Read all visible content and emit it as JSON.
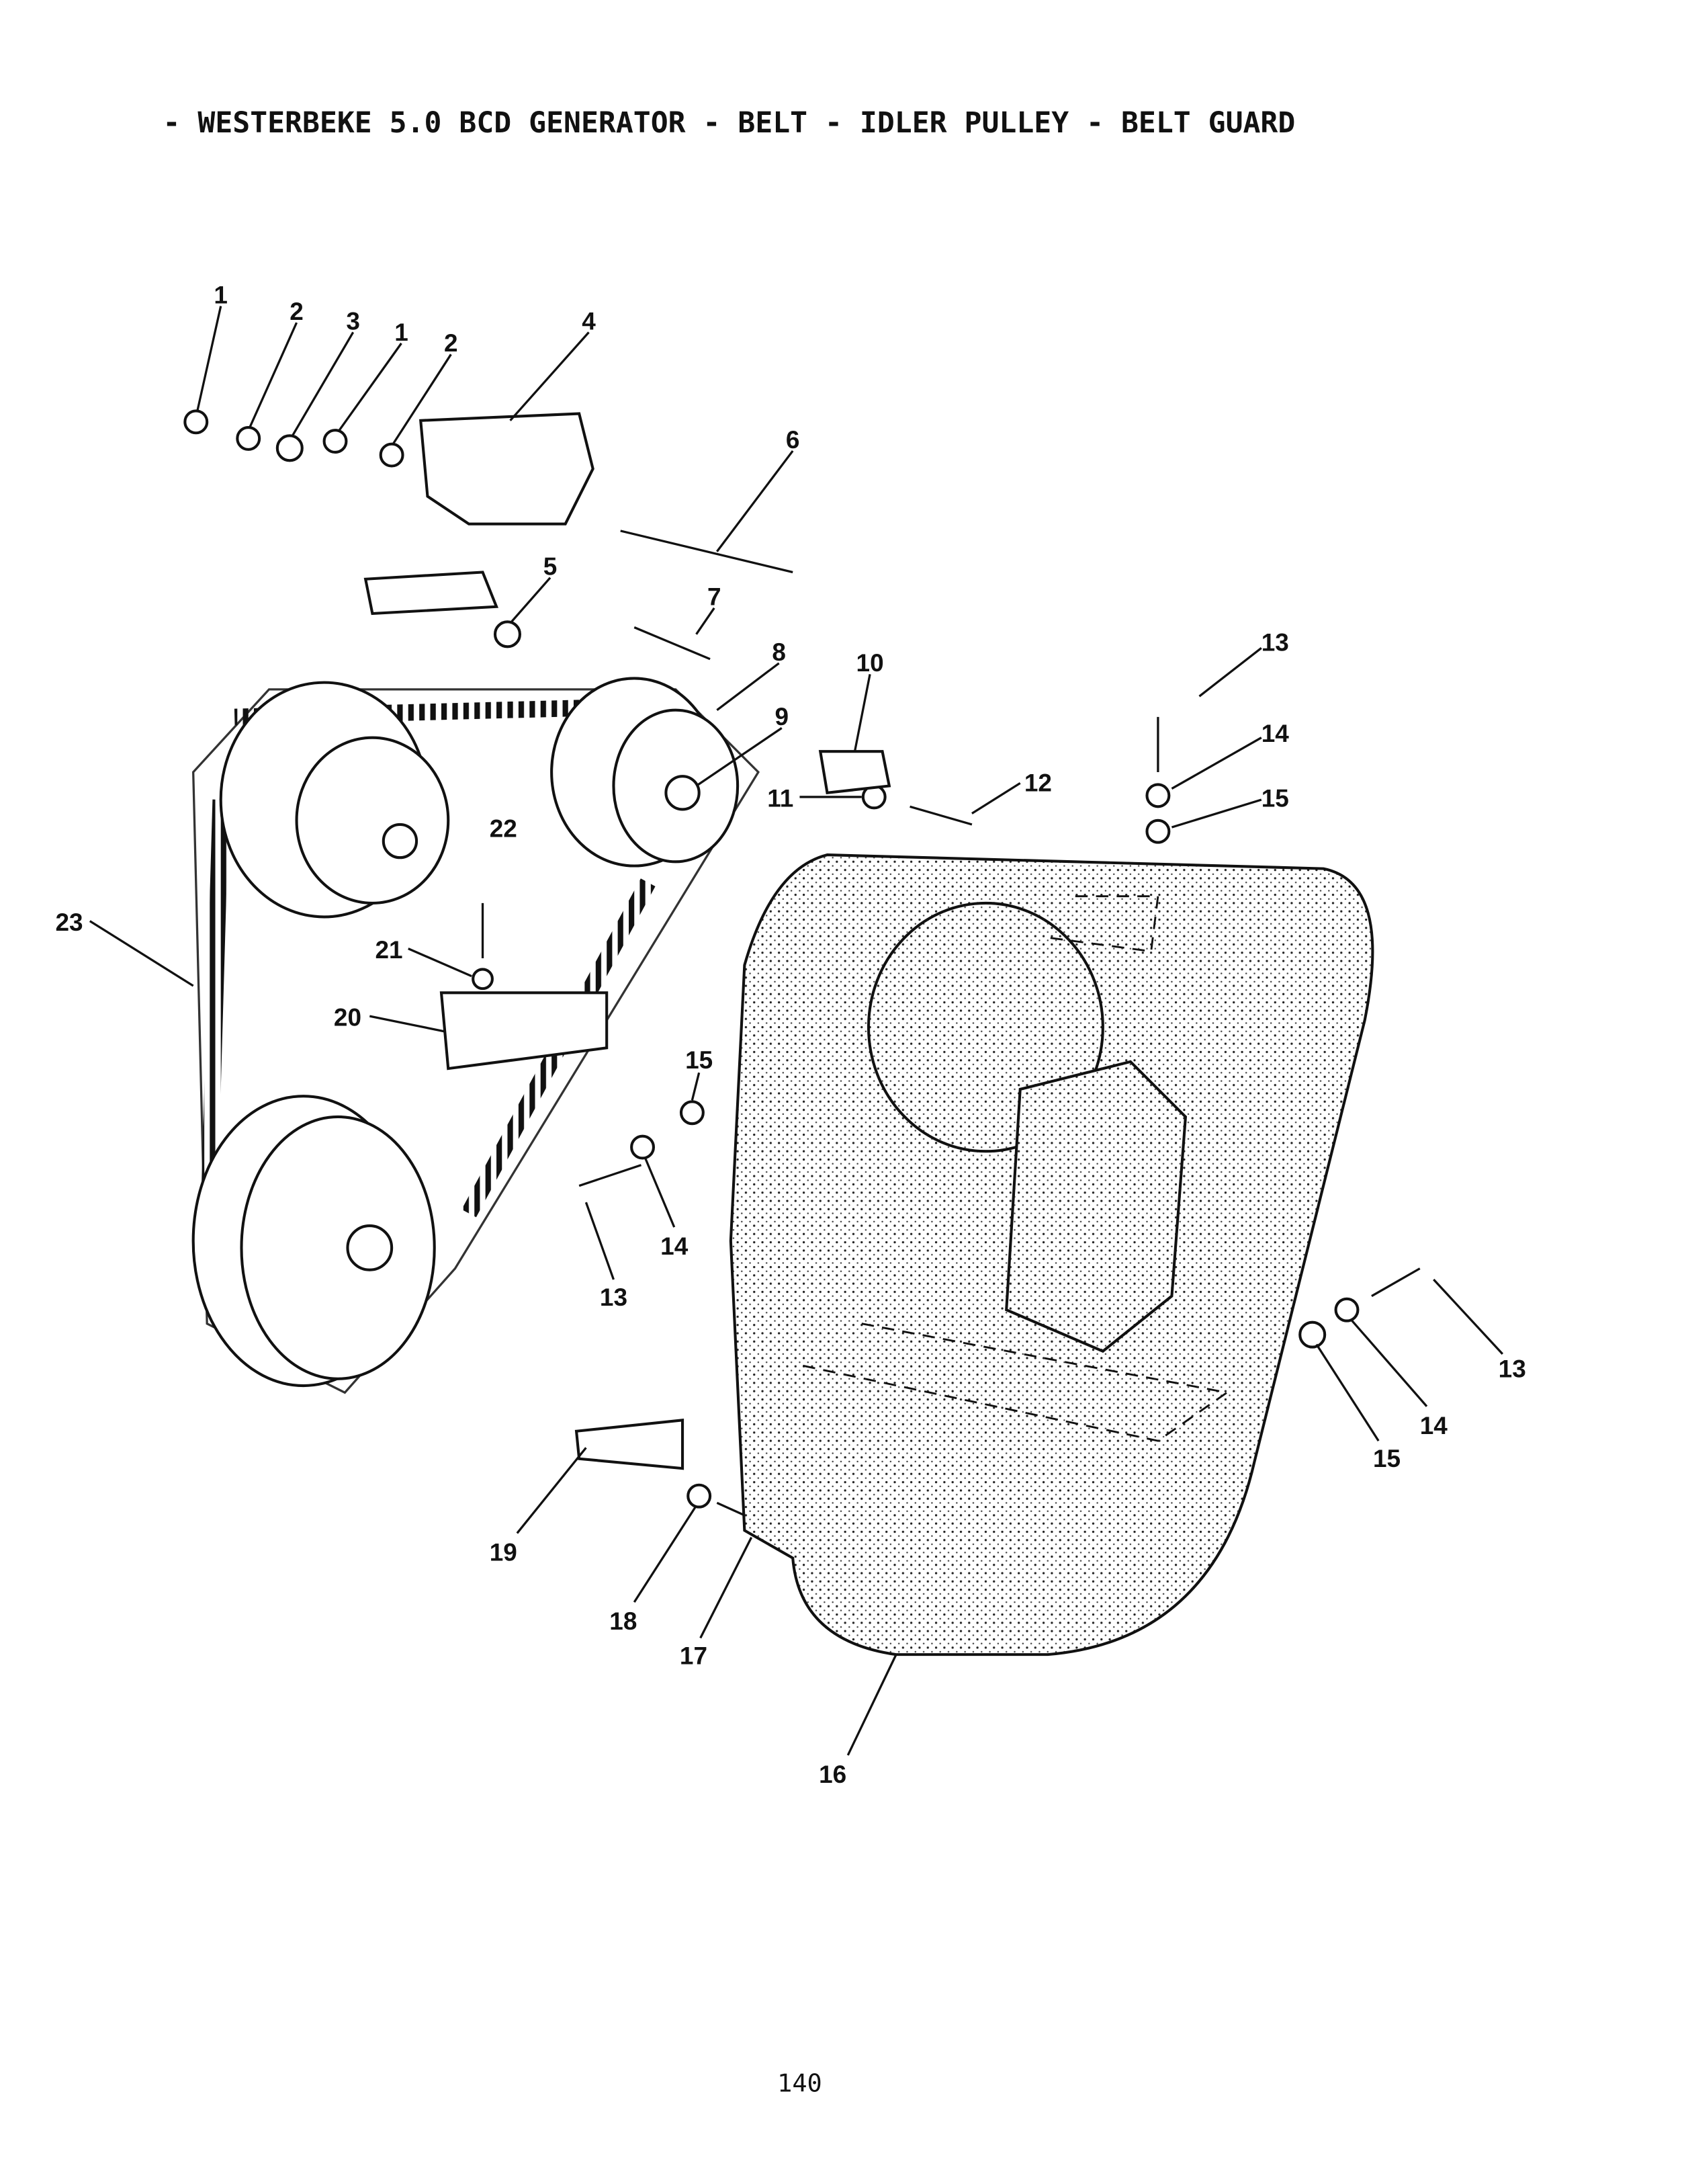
{
  "title": "- WESTERBEKE 5.0 BCD GENERATOR - BELT - IDLER PULLEY - BELT GUARD",
  "page_number": "140",
  "callouts": [
    "1",
    "2",
    "3",
    "1",
    "2",
    "4",
    "6",
    "5",
    "7",
    "8",
    "9",
    "10",
    "13",
    "14",
    "15",
    "12",
    "11",
    "22",
    "23",
    "21",
    "20",
    "15",
    "14",
    "13",
    "13",
    "14",
    "15",
    "19",
    "18",
    "17",
    "16"
  ]
}
